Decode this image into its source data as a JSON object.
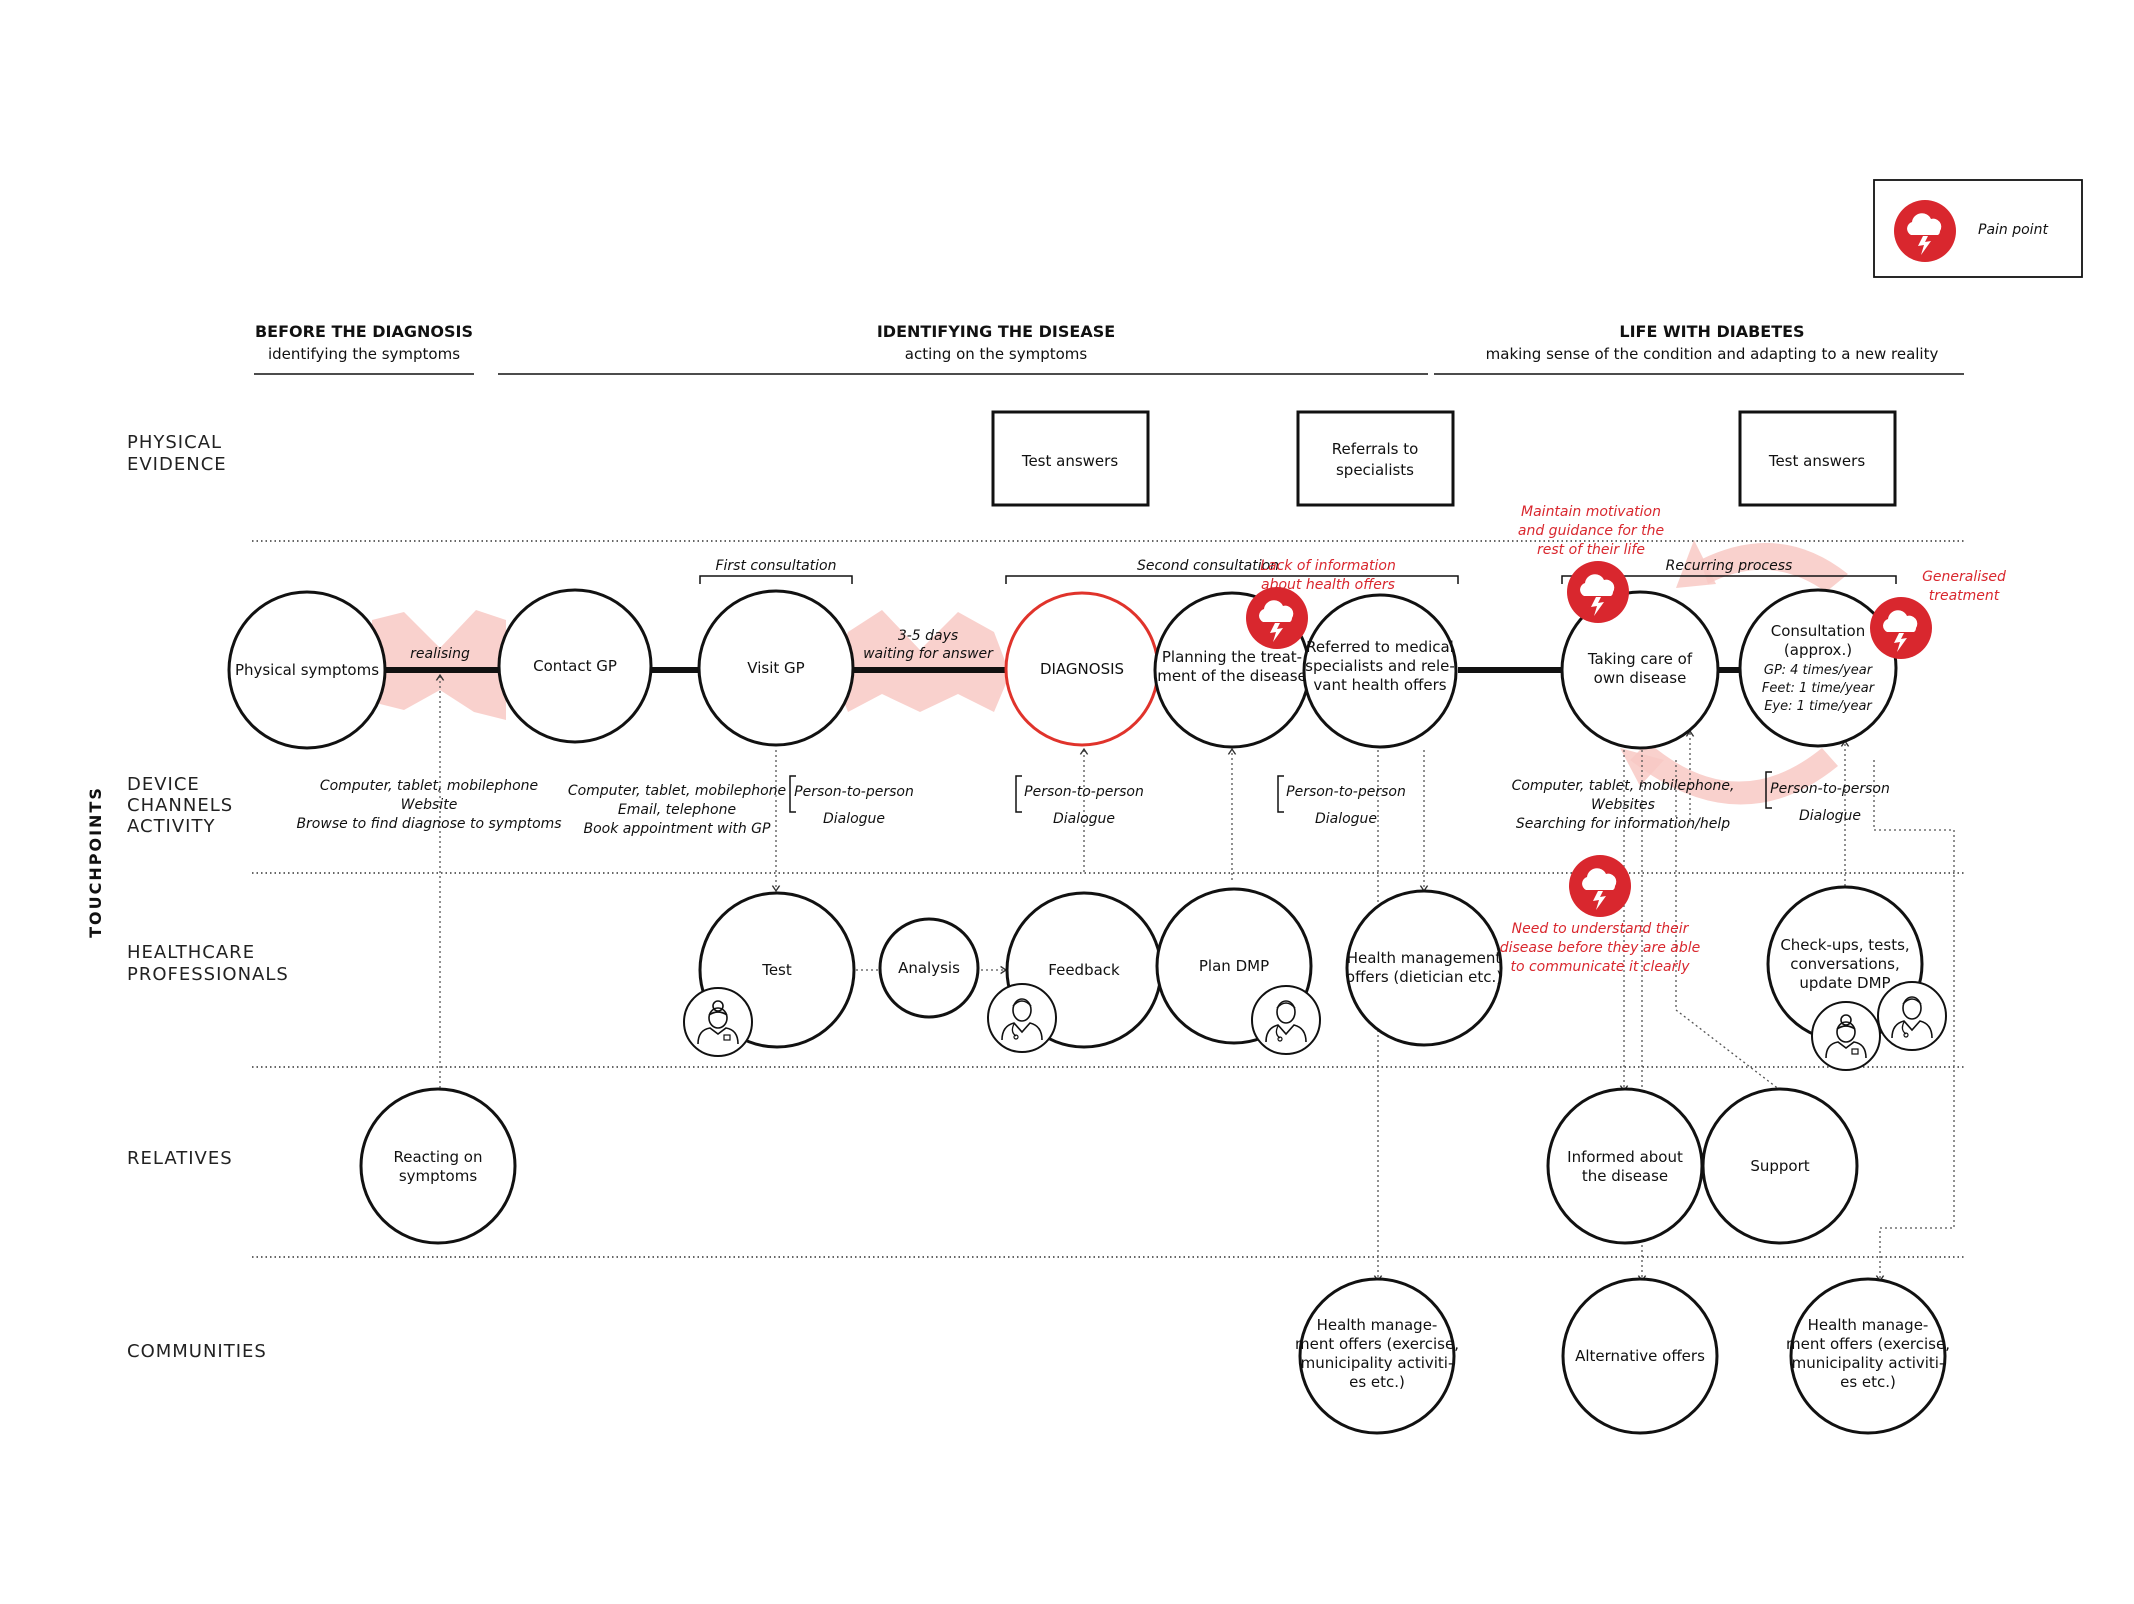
{
  "legend": {
    "label": "Pain point"
  },
  "phases": [
    {
      "title": "BEFORE THE DIAGNOSIS",
      "subtitle": "identifying the symptoms"
    },
    {
      "title": "IDENTIFYING THE DISEASE",
      "subtitle": "acting on the symptoms"
    },
    {
      "title": "LIFE WITH DIABETES",
      "subtitle": "making sense of the condition and adapting to a new reality"
    }
  ],
  "rows": {
    "physical_evidence": [
      "PHYSICAL",
      "EVIDENCE"
    ],
    "device": [
      "DEVICE",
      "CHANNELS",
      "ACTIVITY"
    ],
    "healthcare": [
      "HEALTHCARE",
      "PROFESSIONALS"
    ],
    "relatives": "RELATIVES",
    "communities": "COMMUNITIES",
    "touchpoints": "TOUCHPOINTS"
  },
  "evidence": [
    {
      "lines": [
        "Test answers"
      ]
    },
    {
      "lines": [
        "Referrals to",
        "specialists"
      ]
    },
    {
      "lines": [
        "Test answers"
      ]
    }
  ],
  "brackets": {
    "first": "First consultation",
    "second": "Second consultation",
    "recurring": "Recurring process"
  },
  "connectors": {
    "realising": "realising",
    "waiting": [
      "3-5 days",
      "waiting for answer"
    ]
  },
  "touchpoints": {
    "physical_symptoms": [
      "Physical symptoms"
    ],
    "contact_gp": [
      "Contact GP"
    ],
    "visit_gp": [
      "Visit GP"
    ],
    "diagnosis": [
      "DIAGNOSIS"
    ],
    "planning": [
      "Planning the treat-",
      "ment of the disease"
    ],
    "referred": [
      "Referred to medical",
      "specialists and rele-",
      "vant health offers"
    ],
    "taking_care": [
      "Taking care of",
      "own disease"
    ],
    "consultation": [
      "Consultation",
      "(approx.)"
    ],
    "consultation_details": [
      "GP: 4 times/year",
      "Feet: 1 time/year",
      "Eye: 1 time/year"
    ]
  },
  "channels": {
    "before": [
      "Computer, tablet, mobilephone",
      "Website",
      "Browse to find diagnose to symptoms"
    ],
    "visit": [
      "Computer, tablet, mobilephone",
      "Email, telephone",
      "Book appointment with GP"
    ],
    "p2p_1": [
      "Person-to-person",
      "Dialogue"
    ],
    "p2p_2": [
      "Person-to-person",
      "Dialogue"
    ],
    "p2p_3": [
      "Person-to-person",
      "Dialogue"
    ],
    "life": [
      "Computer, tablet, mobilephone,",
      "Websites",
      "Searching for information/help"
    ],
    "p2p_4": [
      "Person-to-person",
      "Dialogue"
    ]
  },
  "healthcare": {
    "test": [
      "Test"
    ],
    "analysis": [
      "Analysis"
    ],
    "feedback": [
      "Feedback"
    ],
    "plan_dmp": [
      "Plan DMP"
    ],
    "health_mgmt": [
      "Health management",
      "offers (dietician etc.)"
    ],
    "checkups": [
      "Check-ups, tests,",
      "conversations,",
      "update DMP"
    ]
  },
  "relatives": {
    "reacting": [
      "Reacting on",
      "symptoms"
    ],
    "informed": [
      "Informed about",
      "the disease"
    ],
    "support": [
      "Support"
    ]
  },
  "communities": {
    "health1": [
      "Health manage-",
      "ment offers (exercise,",
      "municipality activiti-",
      "es etc.)"
    ],
    "alternative": [
      "Alternative offers"
    ],
    "health2": [
      "Health manage-",
      "ment offers (exercise,",
      "municipality activiti-",
      "es etc.)"
    ]
  },
  "pain_notes": {
    "lack_info": [
      "Lack of information",
      "about health offers"
    ],
    "motivation": [
      "Maintain motivation",
      "and guidance for the",
      "rest of their life"
    ],
    "generalised": [
      "Generalised",
      "treatment"
    ],
    "understand": [
      "Need to understand their",
      "disease before they are able",
      "to communicate it clearly"
    ]
  },
  "colors": {
    "accent": "#d9272e",
    "pain_bg": "#f8c9c4",
    "line": "#111111"
  }
}
